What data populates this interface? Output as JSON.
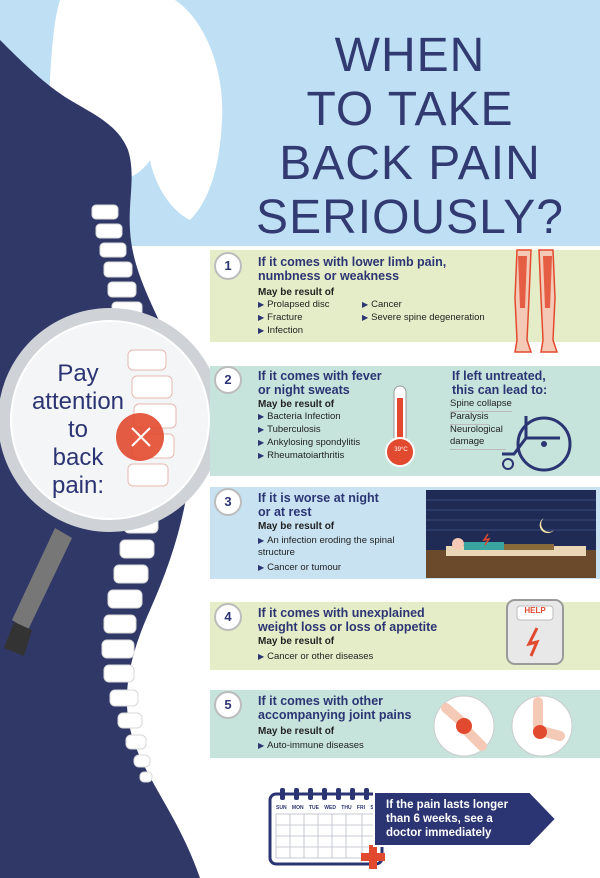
{
  "title": {
    "lines": [
      "WHEN",
      "TO TAKE",
      "BACK PAIN",
      "SERIOUSLY?"
    ]
  },
  "magnifier": {
    "lines": [
      "Pay",
      "attention",
      "to",
      "back",
      "pain:"
    ]
  },
  "colors": {
    "navy": "#2c3573",
    "sky": "#bfe0f4",
    "green_panel": "#e5edc8",
    "teal_panel": "#c6e3dc",
    "blue_panel": "#c8e2f2",
    "red": "#e24a2f"
  },
  "sections": [
    {
      "number": "1",
      "heading": [
        "If it comes with lower limb pain,",
        "numbness or weakness"
      ],
      "subheading": "May be result of",
      "items": [
        "Prolapsed disc",
        "Fracture",
        "Infection",
        "Cancer",
        "Severe spine degeneration"
      ]
    },
    {
      "number": "2",
      "heading": [
        "If it comes with fever",
        "or night sweats"
      ],
      "subheading": "May be result of",
      "items": [
        "Bacteria Infection",
        "Tuberculosis",
        "Ankylosing spondylitis",
        "Rheumatoiarthritis"
      ],
      "thermometer_label": "39°C",
      "untreated": {
        "heading": [
          "If left untreated,",
          "this can lead to:"
        ],
        "items": [
          "Spine collapse",
          "Paralysis",
          "Neurological damage"
        ]
      }
    },
    {
      "number": "3",
      "heading": [
        "If it is worse at night",
        "or at rest"
      ],
      "subheading": "May be result of",
      "items": [
        "An infection eroding the spinal structure",
        "Cancer or tumour"
      ]
    },
    {
      "number": "4",
      "heading": [
        "If it comes with unexplained",
        "weight loss or loss of appetite"
      ],
      "subheading": "May be result of",
      "items": [
        "Cancer or other diseases"
      ],
      "scale_label": "HELP"
    },
    {
      "number": "5",
      "heading": [
        "If it comes with other",
        "accompanying joint pains"
      ],
      "subheading": "May be result of",
      "items": [
        "Auto-immune diseases"
      ]
    }
  ],
  "calendar": {
    "days": [
      "SUN",
      "MON",
      "TUE",
      "WED",
      "THU",
      "FRI",
      "SAT"
    ]
  },
  "footer": {
    "lines": [
      "If the pain lasts longer",
      "than 6 weeks, see a",
      "doctor immediately"
    ]
  }
}
